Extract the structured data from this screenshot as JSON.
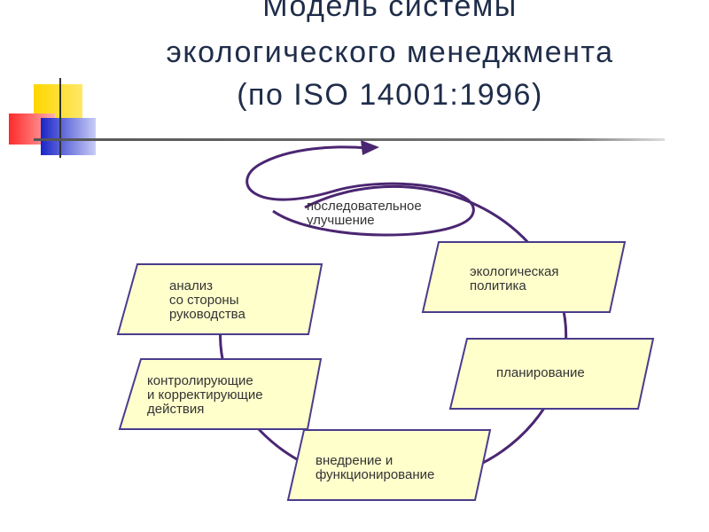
{
  "title": {
    "line1": "Модель системы",
    "line2": "экологического менеджмента",
    "line3": "(по ISO 14001:1996)"
  },
  "steps": {
    "improvement": [
      "последовательное",
      "улучшение"
    ],
    "policy": [
      "экологическая",
      "политика"
    ],
    "planning": [
      "планирование"
    ],
    "implementation": [
      "внедрение и",
      "функционирование"
    ],
    "control": [
      "контролирующие",
      "и корректирующие",
      "действия"
    ],
    "review": [
      "анализ",
      "со стороны",
      "руководства"
    ]
  },
  "colors": {
    "box_fill": "#ffffcc",
    "box_stroke": "#4a3c8c",
    "cycle_arrow": "#4b2672",
    "title_text": "#1f2d4a",
    "deco_yellow": "#ffd600",
    "deco_red": "#ff3b3b",
    "deco_blue": "#2a35d6"
  }
}
